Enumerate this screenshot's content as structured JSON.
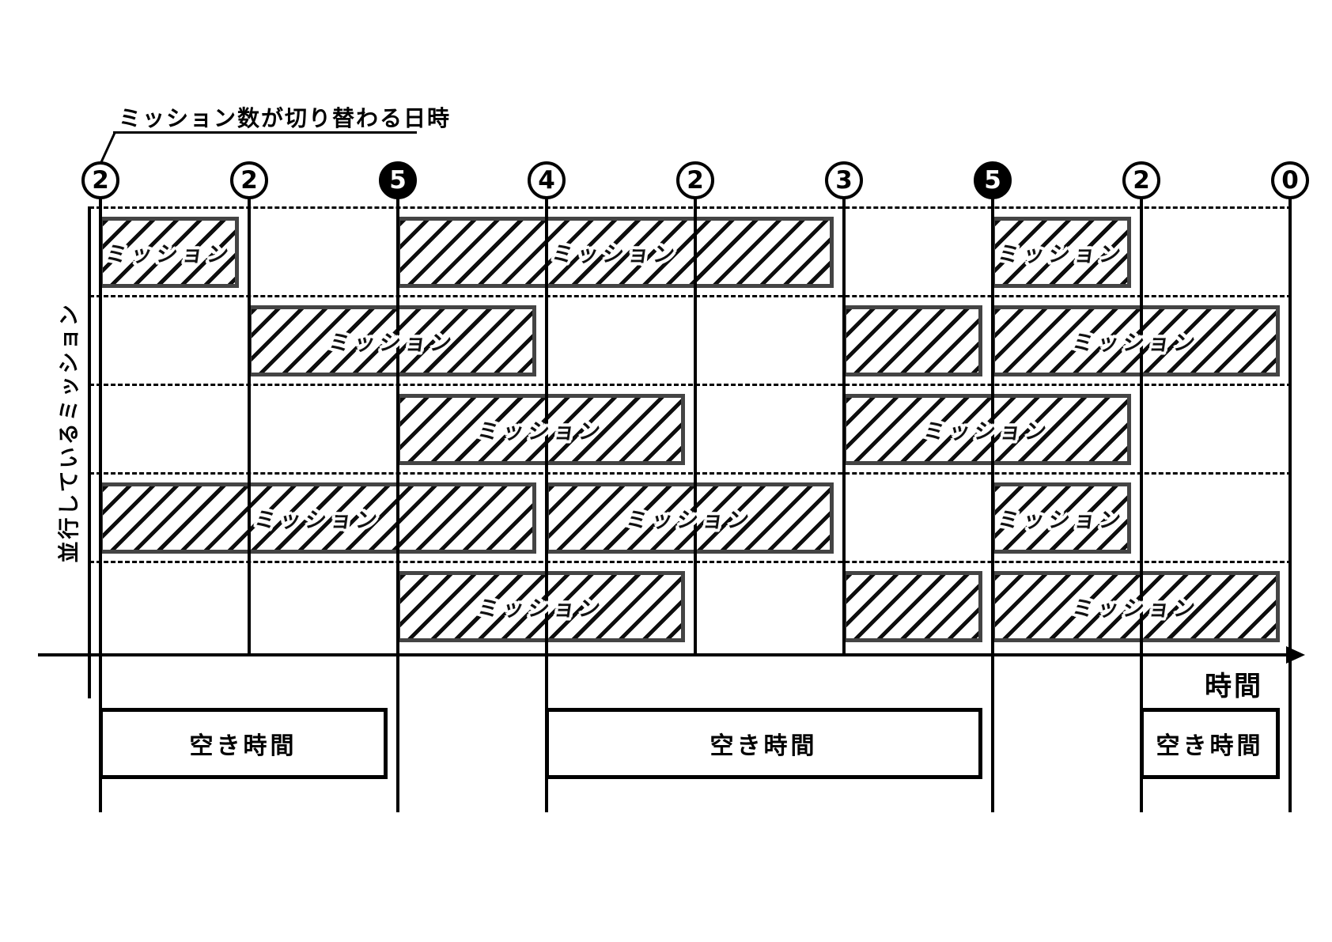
{
  "title": {
    "label": "ミッション数が切り替わる日時"
  },
  "y_axis": {
    "label": "並行しているミッション"
  },
  "x_axis": {
    "label": "時間"
  },
  "timeline": {
    "points": [
      {
        "value": "2",
        "filled": false
      },
      {
        "value": "2",
        "filled": false
      },
      {
        "value": "5",
        "filled": true
      },
      {
        "value": "4",
        "filled": false
      },
      {
        "value": "2",
        "filled": false
      },
      {
        "value": "3",
        "filled": false
      },
      {
        "value": "5",
        "filled": true
      },
      {
        "value": "2",
        "filled": false
      },
      {
        "value": "0",
        "filled": false
      }
    ],
    "extended_lines": [
      0,
      2,
      3,
      6,
      7,
      8
    ]
  },
  "rows": {
    "count": 5
  },
  "missions": [
    {
      "row": 0,
      "from": 0,
      "to": 1,
      "label": "ミッション"
    },
    {
      "row": 0,
      "from": 2,
      "to": 5,
      "label": "ミッション"
    },
    {
      "row": 0,
      "from": 6,
      "to": 7,
      "label": "ミッション"
    },
    {
      "row": 1,
      "from": 1,
      "to": 3,
      "label": "ミッション"
    },
    {
      "row": 1,
      "from": 5,
      "to": 6,
      "label": ""
    },
    {
      "row": 1,
      "from": 6,
      "to": 8,
      "label": "ミッション"
    },
    {
      "row": 2,
      "from": 2,
      "to": 4,
      "label": "ミッション"
    },
    {
      "row": 2,
      "from": 5,
      "to": 7,
      "label": "ミッション"
    },
    {
      "row": 3,
      "from": 0,
      "to": 3,
      "label": "ミッション"
    },
    {
      "row": 3,
      "from": 3,
      "to": 5,
      "label": "ミッション"
    },
    {
      "row": 3,
      "from": 6,
      "to": 7,
      "label": "ミッション"
    },
    {
      "row": 4,
      "from": 2,
      "to": 4,
      "label": "ミッション"
    },
    {
      "row": 4,
      "from": 5,
      "to": 6,
      "label": ""
    },
    {
      "row": 4,
      "from": 6,
      "to": 8,
      "label": "ミッション"
    }
  ],
  "free_time": [
    {
      "from": 0,
      "to": 2,
      "label": "空き時間"
    },
    {
      "from": 3,
      "to": 6,
      "label": "空き時間"
    },
    {
      "from": 7,
      "to": 8,
      "label": "空き時間"
    }
  ],
  "colors": {
    "line": "#000000",
    "bar_border": "#444444",
    "hatch": "#0d0d0d",
    "background": "#ffffff",
    "filled_circle": "#000000"
  }
}
